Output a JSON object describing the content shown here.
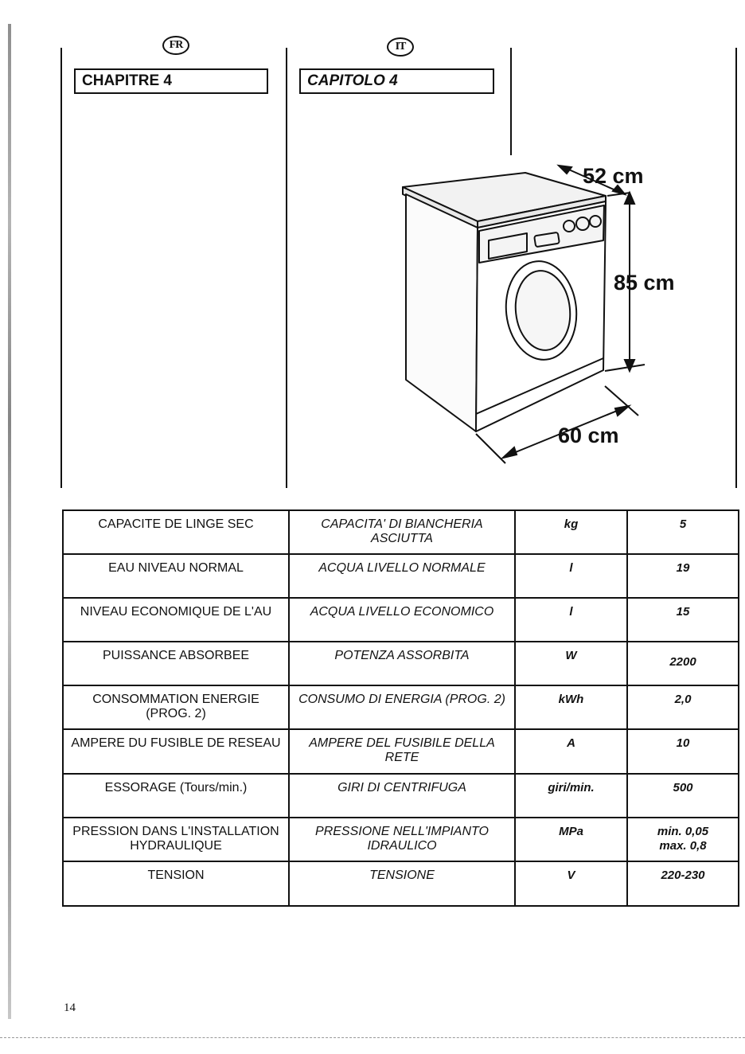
{
  "header": {
    "fr_badge": "FR",
    "it_badge": "IT",
    "fr_chapter": "CHAPITRE 4",
    "it_chapter": "CAPITOLO 4"
  },
  "figure": {
    "depth_label": "52 cm",
    "height_label": "85 cm",
    "width_label": "60 cm"
  },
  "specs": {
    "rows": [
      {
        "fr": "CAPACITE DE LINGE SEC",
        "it": "CAPACITA' DI BIANCHERIA ASCIUTTA",
        "unit": "kg",
        "value": "5"
      },
      {
        "fr": "EAU NIVEAU NORMAL",
        "it": "ACQUA LIVELLO NORMALE",
        "unit": "l",
        "value": "19"
      },
      {
        "fr": "NIVEAU ECONOMIQUE DE L'AU",
        "it": "ACQUA LIVELLO ECONOMICO",
        "unit": "l",
        "value": "15"
      },
      {
        "fr": "PUISSANCE ABSORBEE",
        "it": "POTENZA ASSORBITA",
        "unit": "W",
        "value": "2200"
      },
      {
        "fr": "CONSOMMATION ENERGIE (PROG. 2)",
        "it": "CONSUMO DI ENERGIA (PROG. 2)",
        "unit": "kWh",
        "value": "2,0"
      },
      {
        "fr": "AMPERE DU FUSIBLE DE RESEAU",
        "it": "AMPERE DEL FUSIBILE DELLA RETE",
        "unit": "A",
        "value": "10"
      },
      {
        "fr": "ESSORAGE (Tours/min.)",
        "it": "GIRI DI CENTRIFUGA",
        "unit": "giri/min.",
        "value": "500"
      },
      {
        "fr": "PRESSION DANS L'INSTALLATION HYDRAULIQUE",
        "it": "PRESSIONE NELL'IMPIANTO IDRAULICO",
        "unit": "MPa",
        "value": "min. 0,05 max. 0,8"
      },
      {
        "fr": "TENSION",
        "it": "TENSIONE",
        "unit": "V",
        "value": "220-230"
      }
    ]
  },
  "footer": {
    "page_number": "14"
  }
}
